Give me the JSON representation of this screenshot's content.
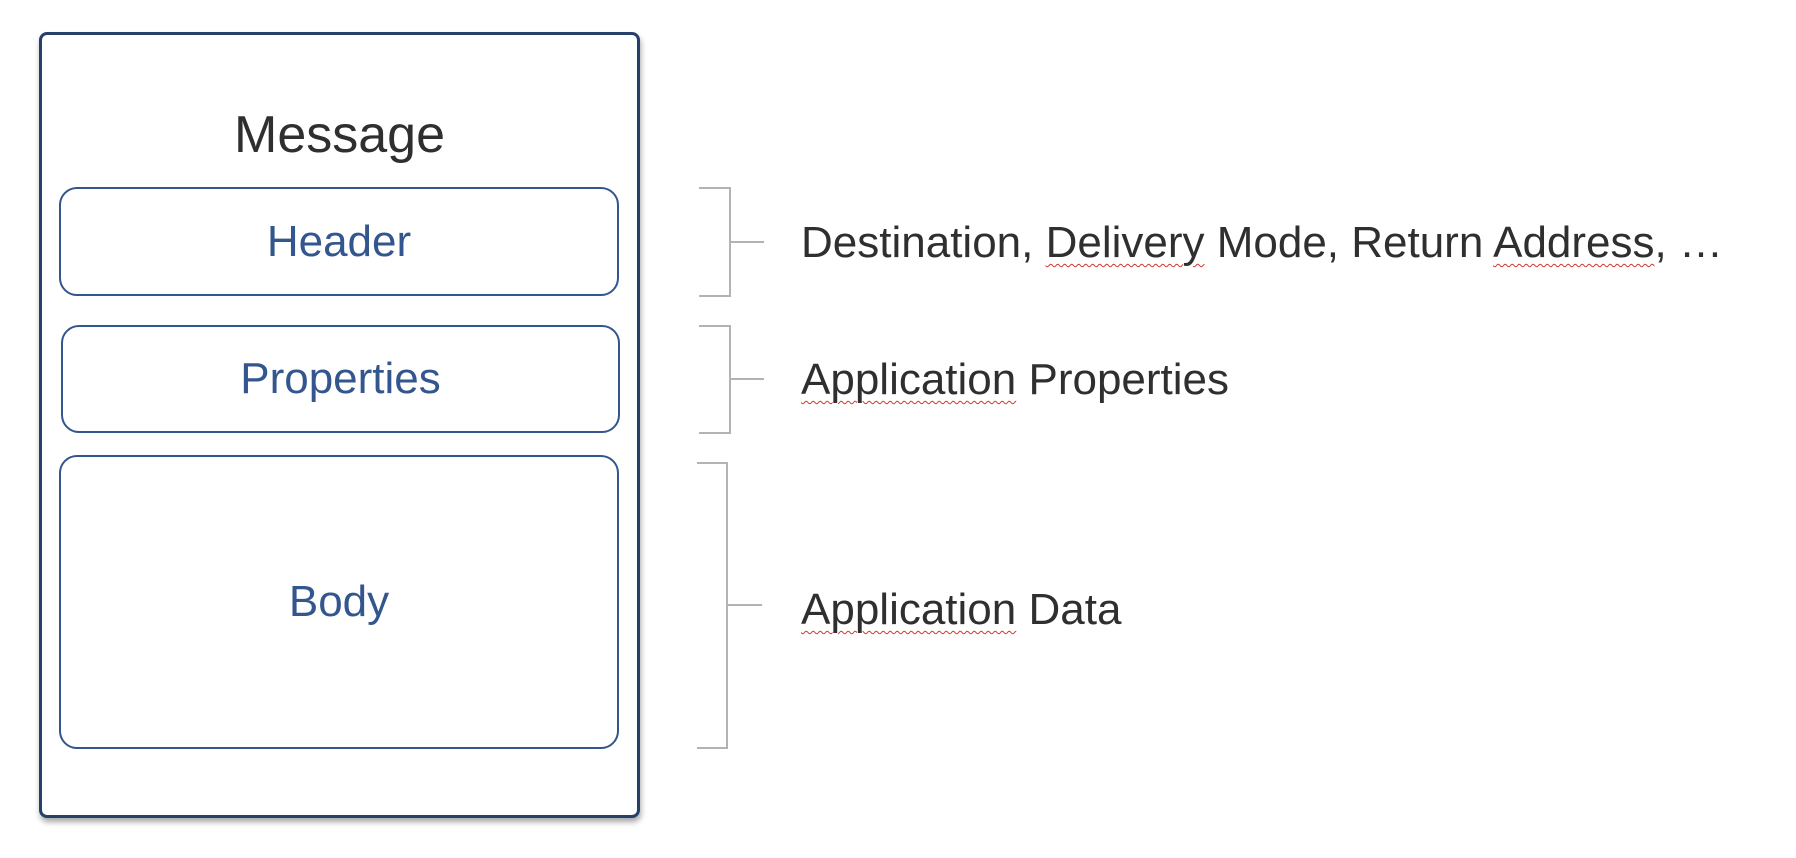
{
  "message": {
    "title": "Message",
    "sections": {
      "header": "Header",
      "properties": "Properties",
      "body": "Body"
    }
  },
  "annotations": {
    "header": {
      "part1": "Destination, ",
      "part2": "Delivery",
      "part3": " Mode, Return ",
      "part4": "Address",
      "part5": ", …"
    },
    "properties": {
      "part1": "Application",
      "part2": " Properties"
    },
    "body": {
      "part1": "Application",
      "part2": " Data"
    }
  },
  "colors": {
    "outer_border": "#27406a",
    "section_accent": "#33568f",
    "text": "#2f2f2f",
    "bracket": "#b3b3b3",
    "spellcheck_underline": "#d0352b"
  }
}
